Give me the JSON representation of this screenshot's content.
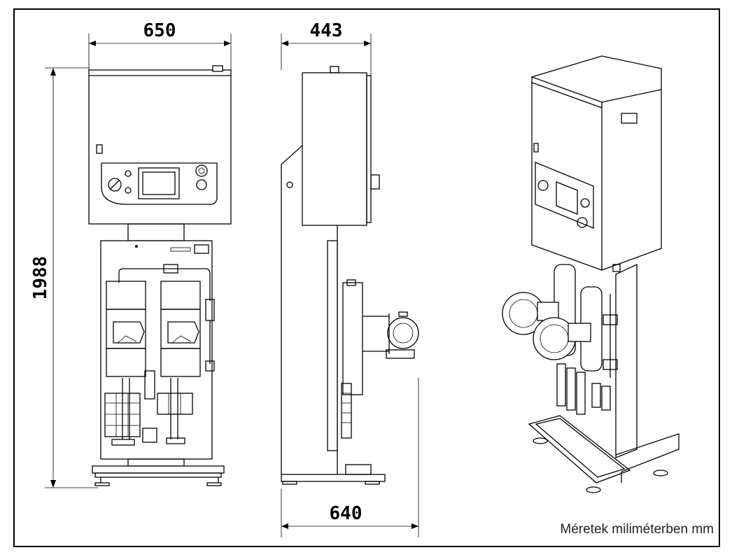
{
  "dimensions": {
    "front_width": "650",
    "height": "1988",
    "side_depth": "443",
    "base_depth": "640"
  },
  "caption": "Méretek miliméterben mm",
  "colors": {
    "line": "#000000",
    "background": "#ffffff",
    "accent": "#222222"
  }
}
